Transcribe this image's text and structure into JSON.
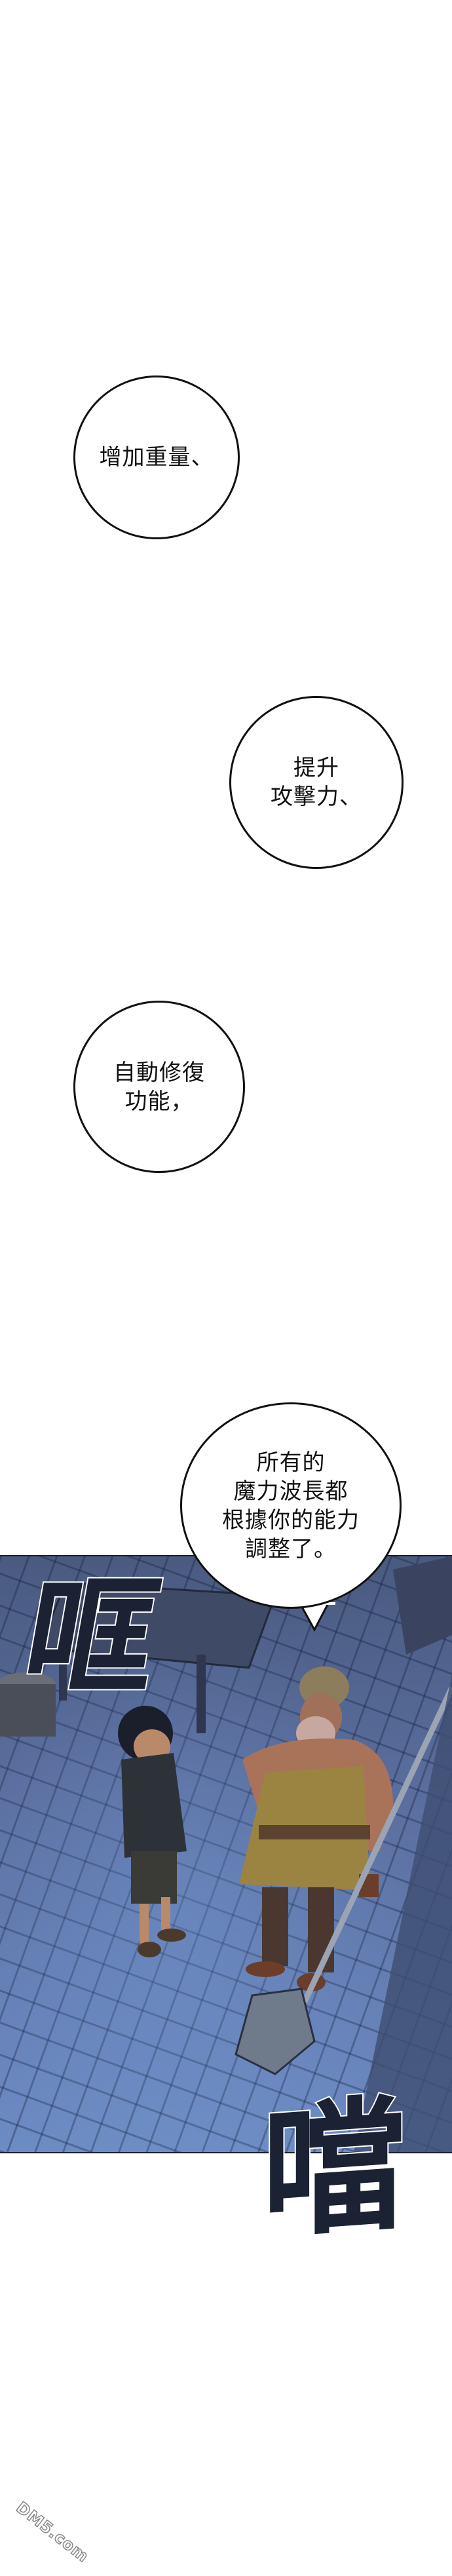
{
  "bubbles": [
    {
      "lines": [
        "增加重量、"
      ]
    },
    {
      "lines": [
        "提升",
        "攻擊力、"
      ]
    },
    {
      "lines": [
        "自動修復",
        "功能，"
      ]
    },
    {
      "lines": [
        "所有的",
        "魔力波長都",
        "根據你的能力",
        "調整了。"
      ]
    }
  ],
  "sound_effects": {
    "first": "哐",
    "second": "噹"
  },
  "watermark": "DM5.com"
}
